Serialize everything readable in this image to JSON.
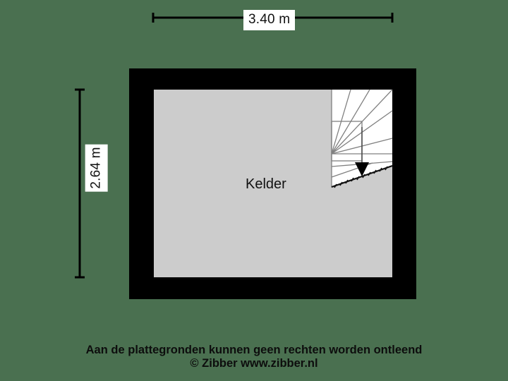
{
  "plan": {
    "room_label": "Kelder",
    "dimensions": {
      "top": "3.40 m",
      "left": "2.64 m"
    },
    "stairs": {
      "direction_icon": "down-arrow-icon"
    }
  },
  "footer": {
    "line1": "Aan de plattegronden kunnen geen rechten worden ontleend",
    "line2": "© Zibber www.zibber.nl"
  },
  "colors": {
    "background": "#4a7050",
    "wall": "#000000",
    "floor": "#cccccc",
    "stair_fill": "#ffffff",
    "stair_line": "#808080",
    "label_background": "#ffffff",
    "text": "#111111"
  }
}
